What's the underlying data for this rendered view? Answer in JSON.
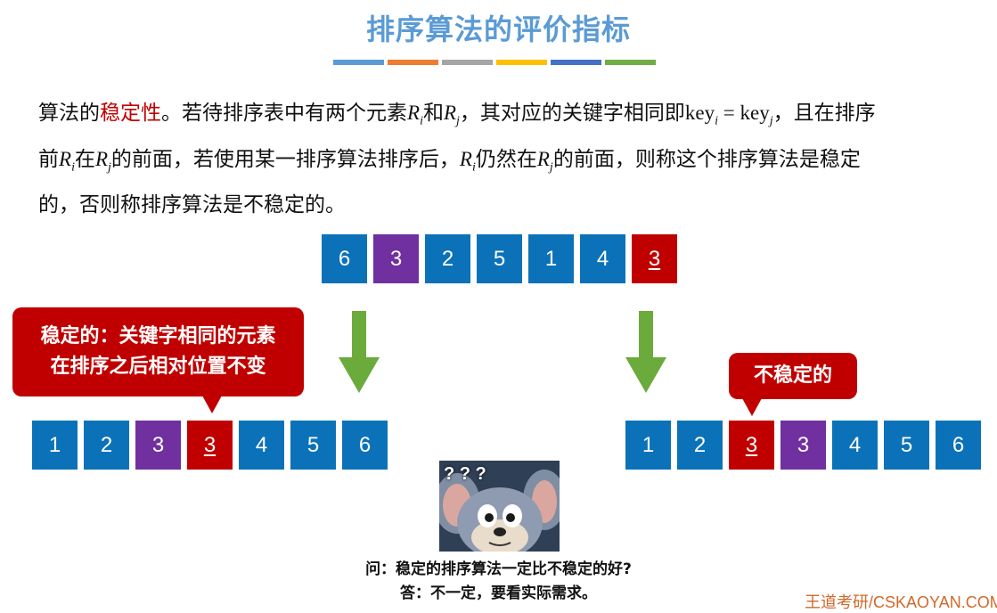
{
  "title": "排序算法的评价指标",
  "title_bar_colors": [
    "#5b9bd5",
    "#ed7d31",
    "#a5a5a5",
    "#ffc000",
    "#4472c4",
    "#70ad47"
  ],
  "definition": {
    "p1": "算法的",
    "keyword": "稳定性",
    "p2": "。若待排序表中有两个元素",
    "R": "R",
    "i": "i",
    "j": "j",
    "he": "和",
    "p3": "，其对应的关键字相同即",
    "key": "key",
    "eq": " = ",
    "p4": "，且在排序",
    "qian": "前",
    "zai": "在",
    "p5": "的前面，若使用某一排序算法排序后，",
    "p6": "仍然在",
    "p7": "的前面，则称这个排序算法是稳定",
    "p8": "的，否则称排序算法是不稳定的。"
  },
  "original_sequence": [
    {
      "value": "6",
      "color": "blue",
      "underline": false
    },
    {
      "value": "3",
      "color": "purple",
      "underline": false
    },
    {
      "value": "2",
      "color": "blue",
      "underline": false
    },
    {
      "value": "5",
      "color": "blue",
      "underline": false
    },
    {
      "value": "1",
      "color": "blue",
      "underline": false
    },
    {
      "value": "4",
      "color": "blue",
      "underline": false
    },
    {
      "value": "3",
      "color": "red",
      "underline": true
    }
  ],
  "stable_result": [
    {
      "value": "1",
      "color": "blue",
      "underline": false
    },
    {
      "value": "2",
      "color": "blue",
      "underline": false
    },
    {
      "value": "3",
      "color": "purple",
      "underline": false
    },
    {
      "value": "3",
      "color": "red",
      "underline": true
    },
    {
      "value": "4",
      "color": "blue",
      "underline": false
    },
    {
      "value": "5",
      "color": "blue",
      "underline": false
    },
    {
      "value": "6",
      "color": "blue",
      "underline": false
    }
  ],
  "unstable_result": [
    {
      "value": "1",
      "color": "blue",
      "underline": false
    },
    {
      "value": "2",
      "color": "blue",
      "underline": false
    },
    {
      "value": "3",
      "color": "red",
      "underline": true
    },
    {
      "value": "3",
      "color": "purple",
      "underline": false
    },
    {
      "value": "4",
      "color": "blue",
      "underline": false
    },
    {
      "value": "5",
      "color": "blue",
      "underline": false
    },
    {
      "value": "6",
      "color": "blue",
      "underline": false
    }
  ],
  "stable_callout": {
    "line1": "稳定的：关键字相同的元素",
    "line2": "在排序之后相对位置不变"
  },
  "unstable_callout": "不稳定的",
  "avatar_marks": "? ? ?",
  "question": "问：稳定的排序算法一定比不稳定的好?",
  "answer": "答：不一定，要看实际需求。",
  "watermark": "王道考研/CSKAOYAN.COM",
  "colors": {
    "blue": "#0b72b9",
    "purple": "#7030a0",
    "red": "#c00000",
    "arrow": "#6aab3c",
    "title": "#5b9bd5"
  }
}
